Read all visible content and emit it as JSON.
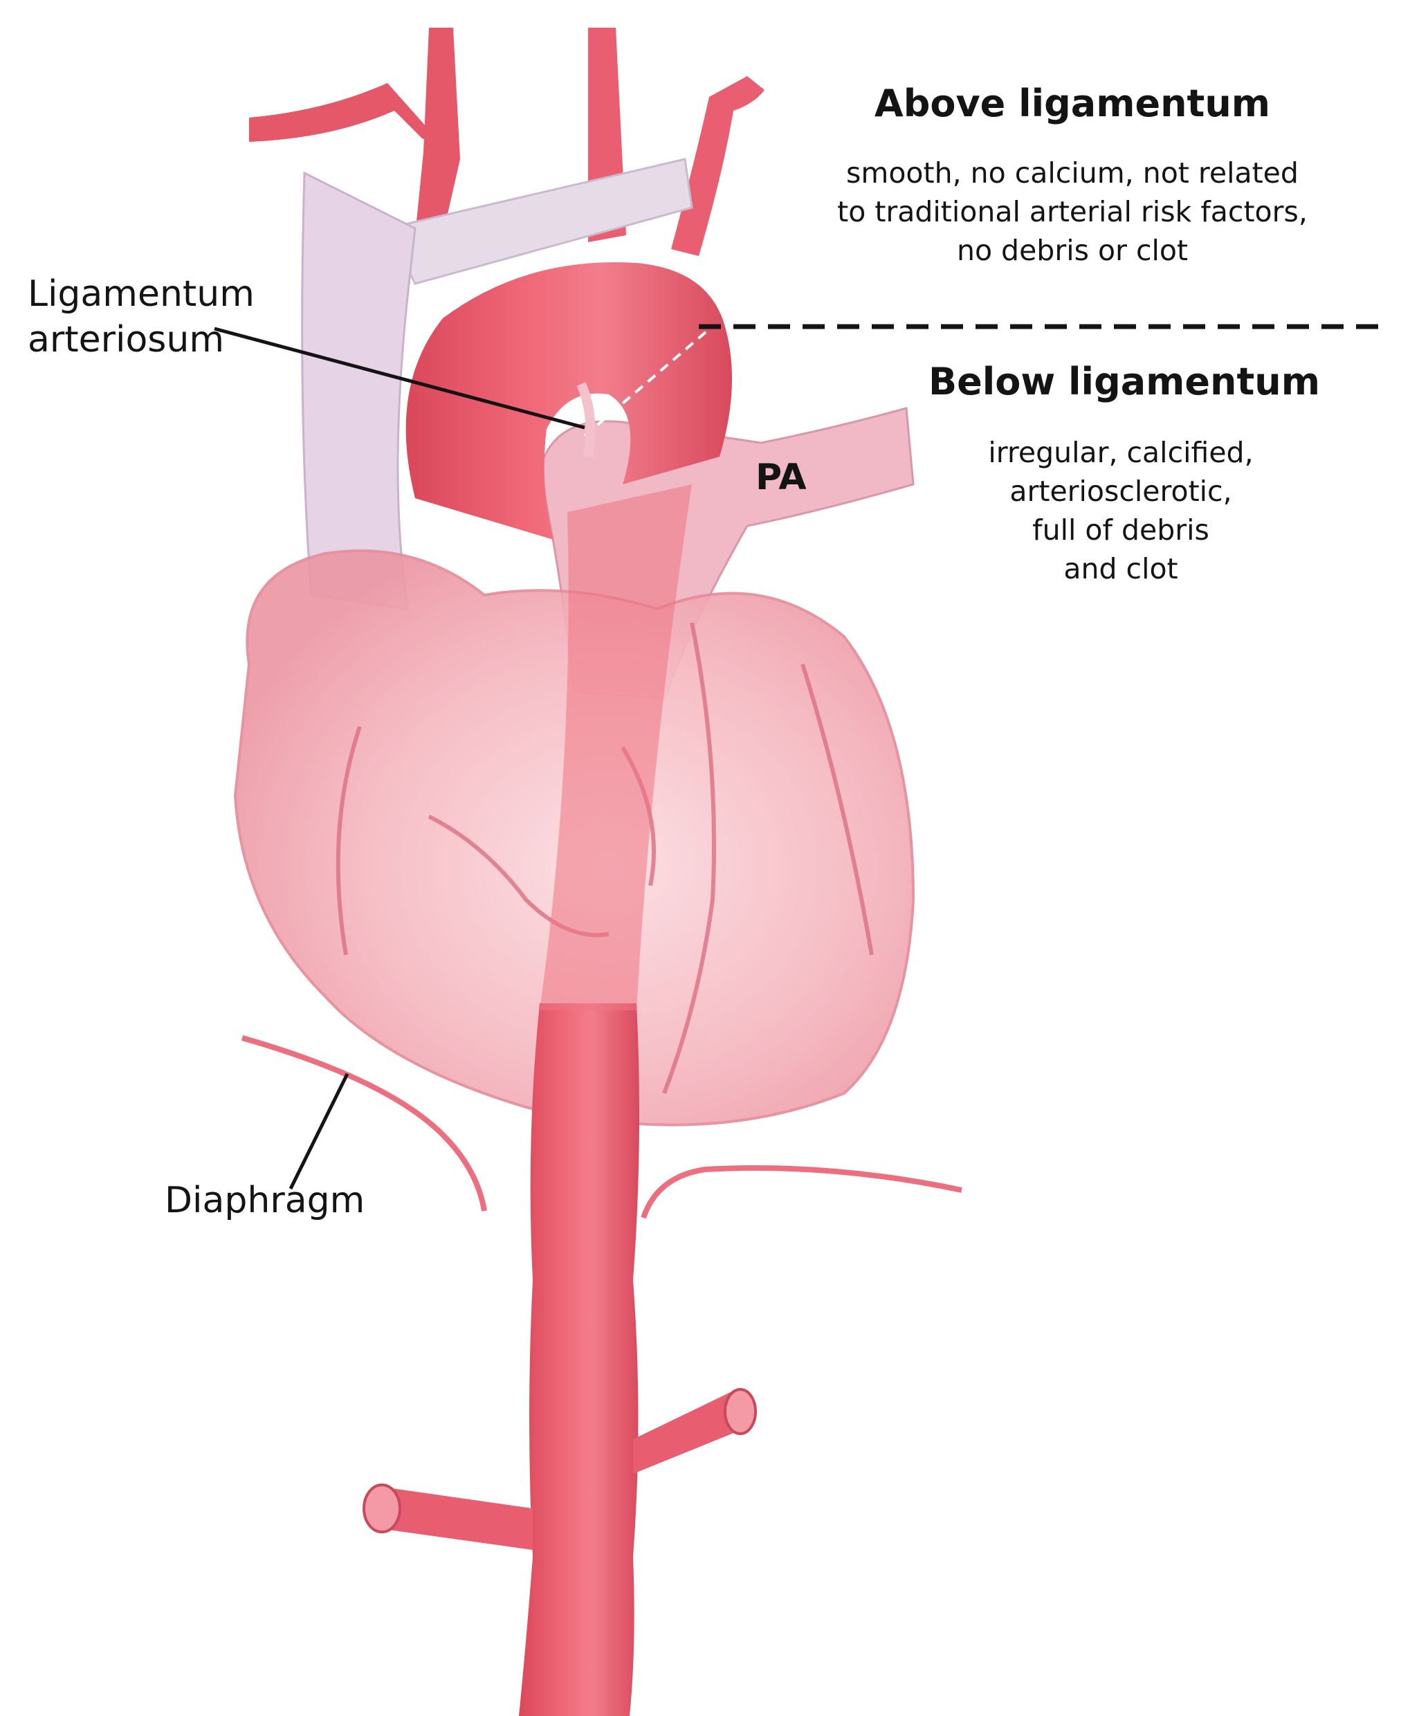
{
  "labels": {
    "above_heading": "Above ligamentum",
    "above_desc": [
      "smooth, no calcium, not related",
      "to traditional arterial risk factors,",
      "no debris or clot"
    ],
    "below_heading": "Below ligamentum",
    "below_desc": [
      "irregular, calcified,",
      "arteriosclerotic,",
      "full of debris",
      "and clot"
    ],
    "ligamentum": [
      "Ligamentum",
      "arteriosum"
    ],
    "pa": "PA",
    "diaphragm": "Diaphragm"
  },
  "colors": {
    "aorta": "#ee5a6c",
    "aorta_dark": "#c83a4e",
    "heart": "#f4a9b3",
    "heart_light": "#f9cdd3",
    "vein": "#e3cfe0",
    "pulmonary": "#f1b9c6",
    "line": "#141414"
  }
}
